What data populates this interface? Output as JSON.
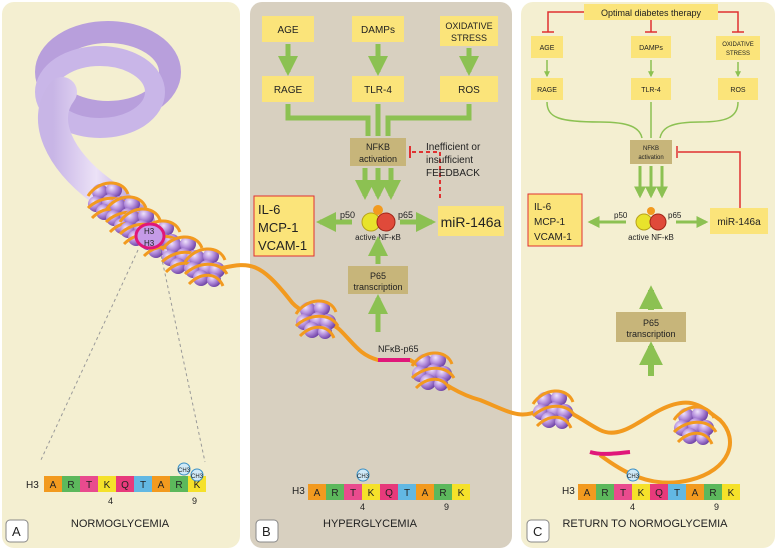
{
  "panels": {
    "a": {
      "letter": "A",
      "caption": "NORMOGLYCEMIA"
    },
    "b": {
      "letter": "B",
      "caption": "HYPERGLYCEMIA"
    },
    "c": {
      "letter": "C",
      "caption": "RETURN TO NORMOGLYCEMIA"
    }
  },
  "hist_tail": {
    "prefix": "H3",
    "residues": [
      {
        "aa": "A",
        "color": "#f29a1f"
      },
      {
        "aa": "R",
        "color": "#5cb85c"
      },
      {
        "aa": "T",
        "color": "#e94b8e"
      },
      {
        "aa": "K",
        "color": "#f5e12a"
      },
      {
        "aa": "Q",
        "color": "#e73a7b"
      },
      {
        "aa": "T",
        "color": "#62b8e3"
      },
      {
        "aa": "A",
        "color": "#f29a1f"
      },
      {
        "aa": "R",
        "color": "#5cb85c"
      },
      {
        "aa": "K",
        "color": "#f5e12a"
      }
    ],
    "pos4": "4",
    "pos9": "9",
    "methyl": "CH3"
  },
  "nucleosome_labels": [
    "H3",
    "H3"
  ],
  "b": {
    "inducers": [
      "AGE",
      "DAMPs",
      "OXIDATIVE STRESS"
    ],
    "receptors": [
      "RAGE",
      "TLR-4",
      "ROS"
    ],
    "nfkb_activation": "NFKB activation",
    "feedback": [
      "Inefficient or",
      "insufficient",
      "FEEDBACK"
    ],
    "targets": [
      "IL-6",
      "MCP-1",
      "VCAM-1"
    ],
    "p50": "p50",
    "p65": "p65",
    "active": "active NF-κB",
    "mir": "miR-146a",
    "transcription": [
      "P65",
      "transcription"
    ],
    "nfkb_p65": "NFκB-p65"
  },
  "c": {
    "therapy": "Optimal diabetes therapy",
    "inducers": [
      "AGE",
      "DAMPs",
      "OXIDATIVE STRESS"
    ],
    "receptors": [
      "RAGE",
      "TLR-4",
      "ROS"
    ],
    "nfkb_activation": "NFKB activation",
    "targets": [
      "IL-6",
      "MCP-1",
      "VCAM-1"
    ],
    "p50": "p50",
    "p65": "p65",
    "active": "active NF-κB",
    "mir": "miR-146a",
    "transcription": [
      "P65",
      "transcription"
    ]
  },
  "colors": {
    "panel_a": "#f4efd1",
    "panel_b": "#d8d0c0",
    "panel_c": "#f4efd1",
    "arrow_green": "#8cc152",
    "dna_orange": "#f29a1f",
    "dna_pink": "#e0177a",
    "histone_purple": "#a579d1",
    "inhibit_red": "#e03131"
  }
}
